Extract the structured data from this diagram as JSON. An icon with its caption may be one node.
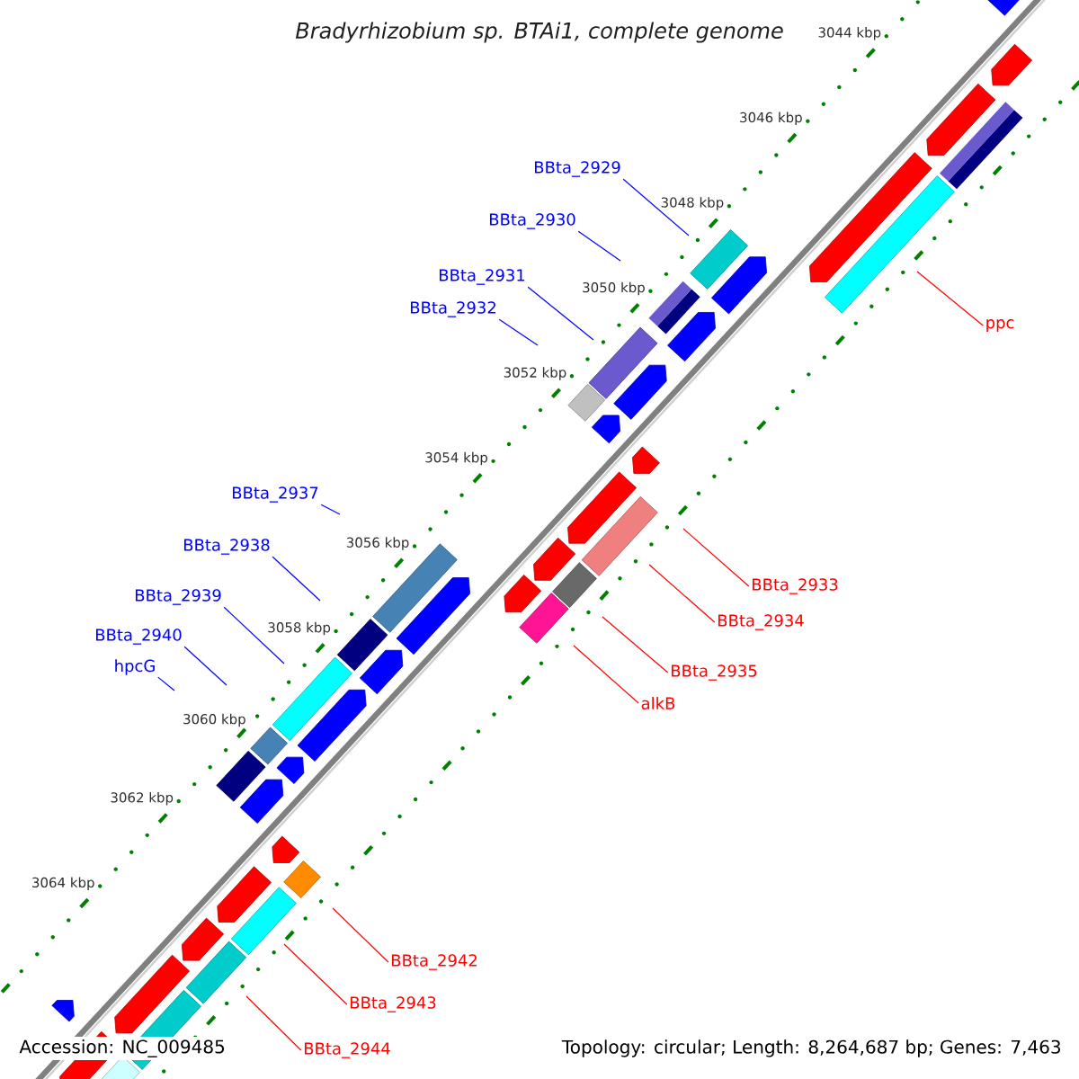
{
  "diagram": {
    "title": "Bradyrhizobium sp. BTAi1, complete genome",
    "nodes": [
      {
        "text": [
          "BBta_2929"
        ]
      },
      {
        "text": [
          "BBta_2930"
        ]
      },
      {
        "text": [
          "BBta_2931"
        ]
      },
      {
        "text": [
          "BBta_2932"
        ]
      },
      {
        "text": [
          "ppc"
        ]
      },
      {
        "text": [
          "BBta_2937"
        ]
      },
      {
        "text": [
          "BBta_2938"
        ]
      },
      {
        "text": [
          "BBta_2933"
        ]
      },
      {
        "text": [
          "BBta_2939"
        ]
      },
      {
        "text": [
          "BBta_2934"
        ]
      },
      {
        "text": [
          "BBta_2940"
        ]
      },
      {
        "text": [
          "hpcG"
        ]
      },
      {
        "text": [
          "BBta_2935"
        ]
      },
      {
        "text": [
          "alkB"
        ]
      },
      {
        "text": [
          "BBta_2942"
        ]
      },
      {
        "text": [
          "BBta_2943"
        ]
      },
      {
        "text": [
          "BBta_2944"
        ]
      }
    ],
    "edges": [
      {
        "from": 0,
        "to": null,
        "arrow": "none"
      },
      {
        "from": 1,
        "to": null,
        "arrow": "none"
      },
      {
        "from": 2,
        "to": null,
        "arrow": "none"
      },
      {
        "from": 3,
        "to": null,
        "arrow": "none"
      },
      {
        "from": 4,
        "to": null,
        "arrow": "none",
        "color": "#ff0000"
      },
      {
        "from": 5,
        "to": null,
        "arrow": "none"
      },
      {
        "from": 6,
        "to": null,
        "arrow": "none"
      },
      {
        "from": 7,
        "to": null,
        "arrow": "none",
        "color": "#ff0000"
      },
      {
        "from": 8,
        "to": null,
        "arrow": "none"
      },
      {
        "from": 9,
        "to": null,
        "arrow": "none",
        "color": "#ff0000"
      },
      {
        "from": 10,
        "to": null,
        "arrow": "none"
      },
      {
        "from": 11,
        "to": null,
        "arrow": "none"
      },
      {
        "from": 12,
        "to": null,
        "arrow": "none",
        "color": "#ff0000"
      },
      {
        "from": 13,
        "to": null,
        "arrow": "none",
        "color": "#ff0000"
      },
      {
        "from": 14,
        "to": null,
        "arrow": "none",
        "color": "#ff0000"
      },
      {
        "from": 15,
        "to": null,
        "arrow": "none",
        "color": "#ff0000"
      },
      {
        "from": 16,
        "to": null,
        "arrow": "none",
        "color": "#ff0000"
      }
    ],
    "labels": [
      "3044 kbp",
      "3046 kbp",
      "3048 kbp",
      "3050 kbp",
      "3052 kbp",
      "3054 kbp",
      "3056 kbp",
      "3058 kbp",
      "3060 kbp",
      "3062 kbp",
      "3064 kbp",
      "Accession: NC_009485",
      "Topology: circular; Length: 8,264,687 bp; Genes: 7,463"
    ]
  }
}
